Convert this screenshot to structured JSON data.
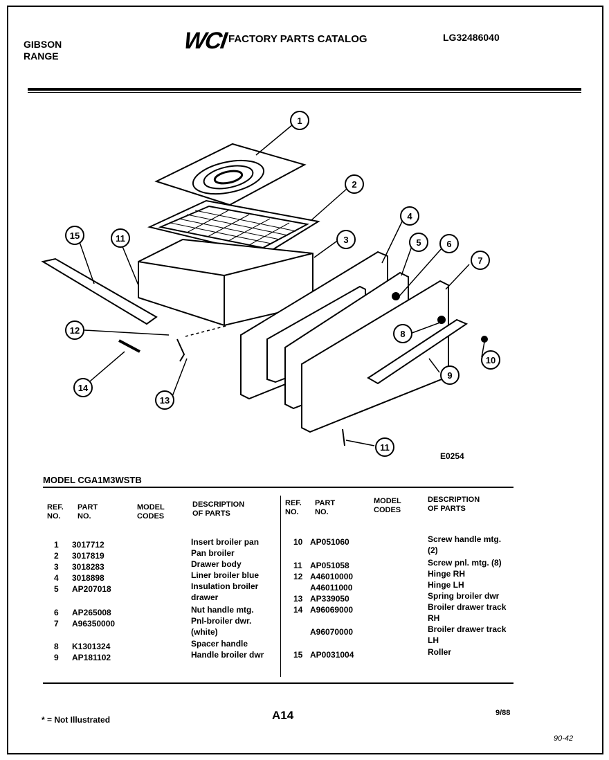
{
  "header": {
    "brand_line1": "GIBSON",
    "brand_line2": "RANGE",
    "logo": "WCI",
    "title": "FACTORY PARTS CATALOG",
    "catalog_code": "LG32486040"
  },
  "diagram": {
    "figure_code": "E0254",
    "callouts": [
      "1",
      "2",
      "3",
      "4",
      "5",
      "6",
      "7",
      "8",
      "9",
      "10",
      "11",
      "12",
      "13",
      "14",
      "15",
      "11"
    ]
  },
  "model_line": "MODEL CGA1M3WSTB",
  "table": {
    "headers_left": {
      "ref": "REF.\nNO.",
      "part": "PART\nNO.",
      "model": "MODEL\nCODES",
      "desc": "DESCRIPTION\nOF PARTS"
    },
    "headers_right": {
      "ref": "REF.\nNO.",
      "part": "PART\nNO.",
      "model": "MODEL\nCODES",
      "desc": "DESCRIPTION\nOF PARTS"
    },
    "left_rows": [
      {
        "ref": "1",
        "part": "3017712",
        "desc": "Insert broiler pan"
      },
      {
        "ref": "2",
        "part": "3017819",
        "desc": "Pan broiler"
      },
      {
        "ref": "3",
        "part": "3018283",
        "desc": "Drawer body"
      },
      {
        "ref": "4",
        "part": "3018898",
        "desc": "Liner broiler blue"
      },
      {
        "ref": "5",
        "part": "AP207018",
        "desc": "Insulation broiler"
      },
      {
        "ref": "",
        "part": "",
        "desc": "drawer"
      },
      {
        "ref": "6",
        "part": "AP265008",
        "desc": "Nut handle mtg."
      },
      {
        "ref": "7",
        "part": "A96350000",
        "desc": "Pnl-broiler dwr."
      },
      {
        "ref": "",
        "part": "",
        "desc": "(white)"
      },
      {
        "ref": "8",
        "part": "K1301324",
        "desc": "Spacer handle"
      },
      {
        "ref": "9",
        "part": "AP181102",
        "desc": "Handle broiler dwr"
      }
    ],
    "right_rows": [
      {
        "ref": "10",
        "part": "AP051060",
        "desc": "Screw handle mtg."
      },
      {
        "ref": "",
        "part": "",
        "desc": "(2)"
      },
      {
        "ref": "11",
        "part": "AP051058",
        "desc": "Screw pnl. mtg. (8)"
      },
      {
        "ref": "12",
        "part": "A46010000",
        "desc": "Hinge RH"
      },
      {
        "ref": "",
        "part": "A46011000",
        "desc": "Hinge LH"
      },
      {
        "ref": "13",
        "part": "AP339050",
        "desc": "Spring broiler dwr"
      },
      {
        "ref": "14",
        "part": "A96069000",
        "desc": "Broiler drawer track"
      },
      {
        "ref": "",
        "part": "",
        "desc": "RH"
      },
      {
        "ref": "",
        "part": "A96070000",
        "desc": "Broiler drawer track"
      },
      {
        "ref": "",
        "part": "",
        "desc": "LH"
      },
      {
        "ref": "15",
        "part": "AP0031004",
        "desc": "Roller"
      }
    ]
  },
  "footer": {
    "note": "* = Not Illustrated",
    "page": "A14",
    "date": "9/88",
    "corner_mark": "90-42"
  }
}
